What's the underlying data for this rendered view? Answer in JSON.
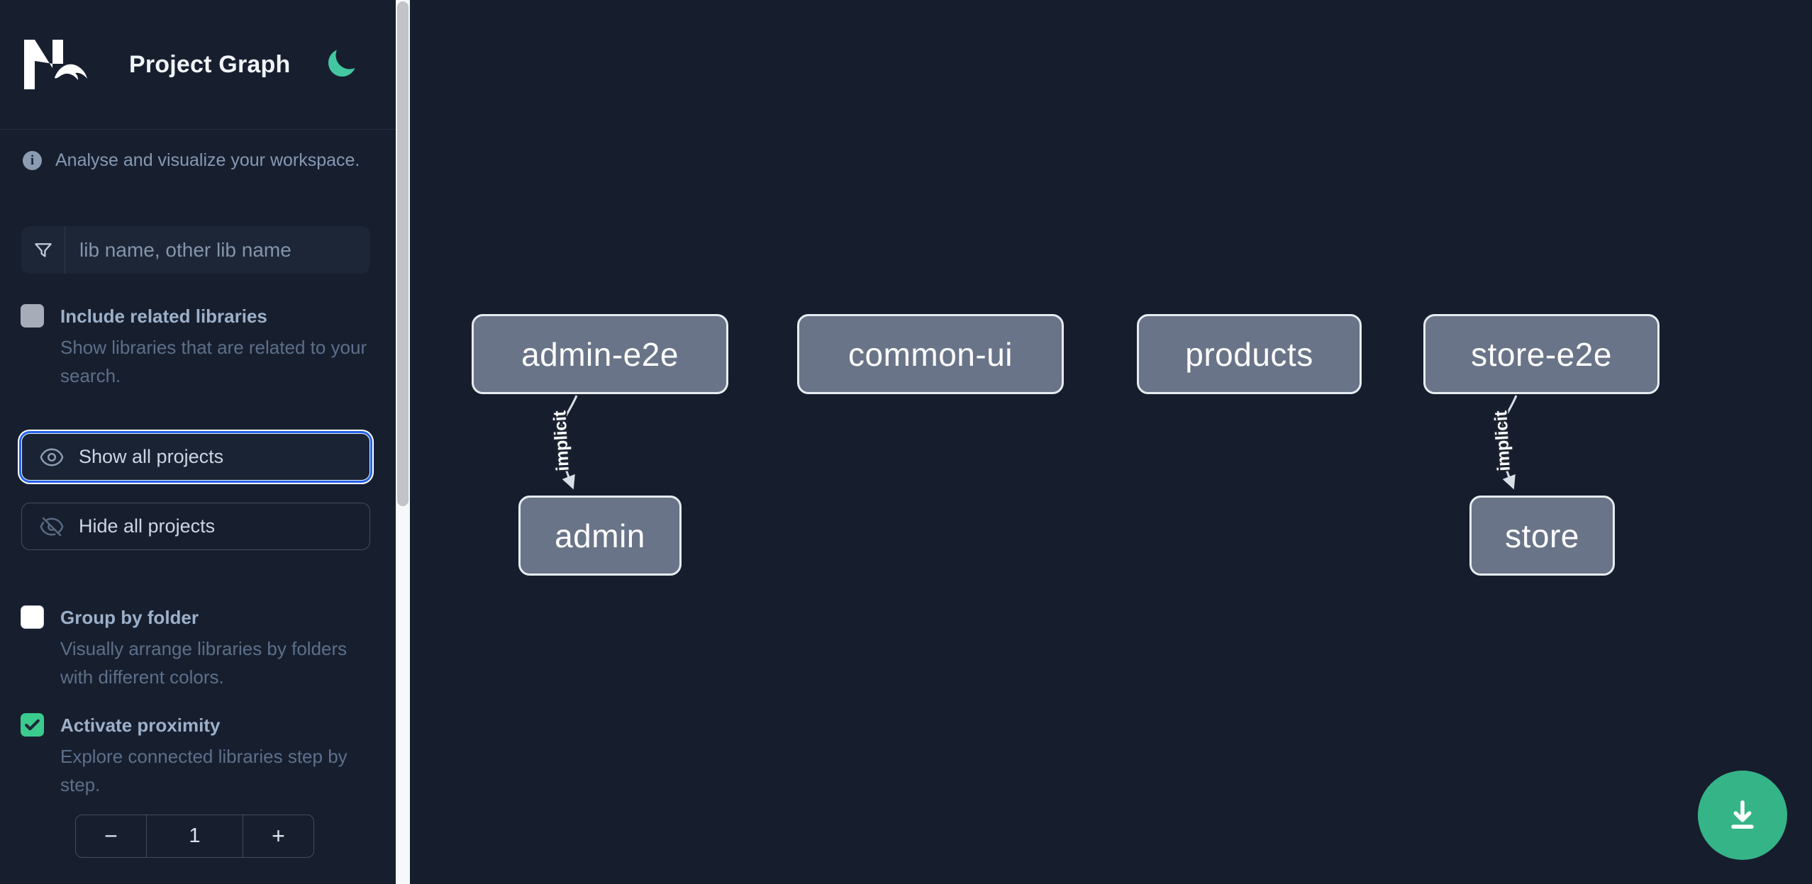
{
  "header": {
    "title": "Project Graph",
    "logo_icon": "nx-logo",
    "theme_icon": "moon-icon"
  },
  "sidebar": {
    "tagline": "Analyse and visualize your workspace.",
    "search": {
      "placeholder": "lib name, other lib name",
      "icon": "filter-funnel-icon"
    },
    "toggles": [
      {
        "label": "Include related libraries",
        "description": "Show libraries that are related to your search.",
        "checked": false,
        "disabled": true
      },
      {
        "label": "Group by folder",
        "description": "Visually arrange libraries by folders with different colors.",
        "checked": false,
        "disabled": false
      },
      {
        "label": "Activate proximity",
        "description": "Explore connected libraries step by step.",
        "checked": true,
        "disabled": false
      }
    ],
    "buttons": {
      "show_all": "Show all projects",
      "show_all_icon": "eye-icon",
      "hide_all": "Hide all projects",
      "hide_all_icon": "eye-off-icon"
    },
    "proximity_stepper": {
      "decrement": "−",
      "value": "1",
      "increment": "+"
    }
  },
  "graph": {
    "nodes": [
      {
        "label": "admin-e2e"
      },
      {
        "label": "common-ui"
      },
      {
        "label": "products"
      },
      {
        "label": "store-e2e"
      },
      {
        "label": "admin"
      },
      {
        "label": "store"
      }
    ],
    "edges": [
      {
        "source": "admin-e2e",
        "target": "admin",
        "label": "implicit"
      },
      {
        "source": "store-e2e",
        "target": "store",
        "label": "implicit"
      }
    ],
    "fab_icon": "download-icon"
  },
  "colors": {
    "accent_green_moon": "#43c7a1",
    "fab_green": "#35b488",
    "checkbox_checked_green": "#3bcb8e",
    "focus_ring_blue": "#2563eb",
    "node_fill": "#6a7488",
    "node_border": "#e7ecf2",
    "edge": "#d9dee7",
    "sidebar_bg": "#171f2f",
    "canvas_bg": "#161d2d"
  }
}
